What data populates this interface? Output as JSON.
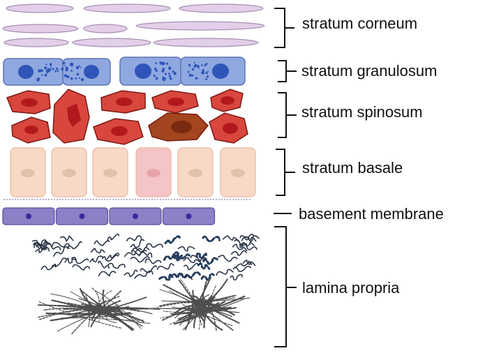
{
  "labels": {
    "corneum": "stratum corneum",
    "granulosum": "stratum granulosum",
    "spinosum": "stratum spinosum",
    "basale": "stratum basale",
    "basement": "basement membrane",
    "lamina": "lamina propria"
  },
  "colors": {
    "corneum_fill": "#e3cfe8",
    "corneum_stroke": "#a68fb3",
    "granulosum_fill": "#8fa8e0",
    "granulosum_nucleus": "#2f55b8",
    "spinosum_fill": "#d8463e",
    "spinosum_nucleus": "#b3191c",
    "spinosum_dark": "#a3461f",
    "basale_fill": "#f8d9c5",
    "basale_pink": "#f5c4c6",
    "basale_nucleus": "#e2c1ab",
    "membrane_fill": "#8d80c6",
    "membrane_nucleus": "#3d2a9c",
    "fiber_dark": "#243c5e",
    "fiber_grey": "#4e4e4e",
    "bracket": "#111111"
  }
}
